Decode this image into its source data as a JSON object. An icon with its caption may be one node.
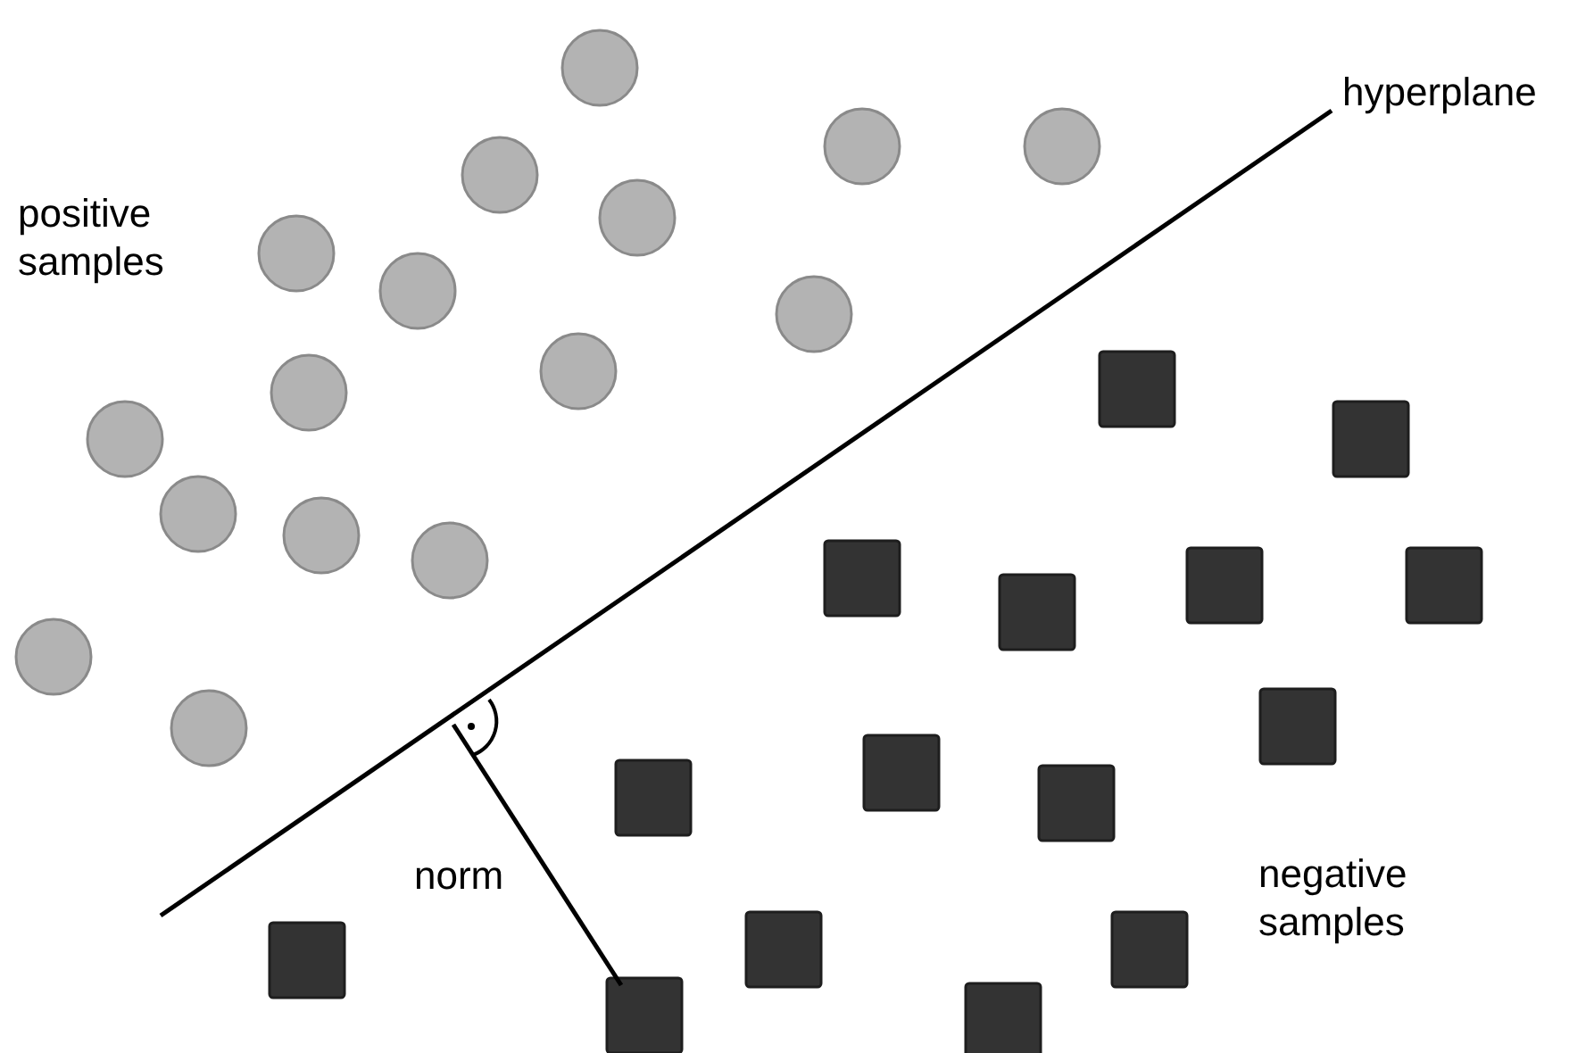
{
  "diagram": {
    "labels": [
      "hyperplane",
      "positive samples",
      "norm",
      "negative samples"
    ]
  }
}
